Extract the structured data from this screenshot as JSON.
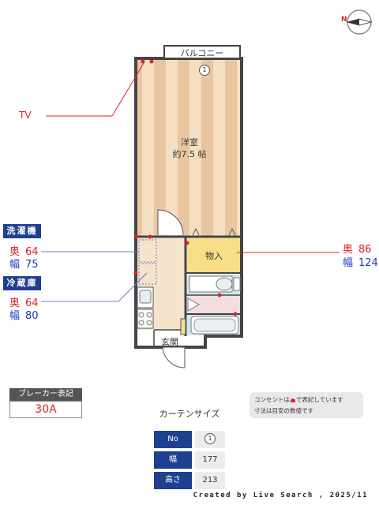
{
  "compass": {
    "label": "N"
  },
  "balcony": {
    "label": "バルコニー",
    "number": "1"
  },
  "rooms": {
    "western": {
      "name": "洋室",
      "size": "約7.5 帖"
    },
    "storage": {
      "name": "物入"
    },
    "entrance": {
      "name": "玄関"
    }
  },
  "tv": {
    "label": "TV"
  },
  "washer": {
    "tag": "洗濯機",
    "depth_key": "奥",
    "depth_val": "64",
    "width_key": "幅",
    "width_val": "75"
  },
  "fridge": {
    "tag": "冷蔵庫",
    "depth_key": "奥",
    "depth_val": "64",
    "width_key": "幅",
    "width_val": "80"
  },
  "storage_dims": {
    "depth_key": "奥",
    "depth_val": "86",
    "width_key": "幅",
    "width_val": "124"
  },
  "breaker": {
    "title": "ブレーカー表記",
    "value": "30A"
  },
  "note": {
    "line1_a": "コンセントは",
    "line1_b": "で表記しています",
    "line2": "寸法は目安の数値です"
  },
  "curtain": {
    "title": "カーテンサイズ",
    "rows": [
      {
        "label": "No",
        "value": "1"
      },
      {
        "label": "幅",
        "value": "177"
      },
      {
        "label": "高さ",
        "value": "213"
      }
    ]
  },
  "credit": "Created by Live Search , 2025/11",
  "colors": {
    "accent_blue": "#1f3f8f",
    "outlet_red": "#e0202a",
    "floor_light": "#f5dfc3",
    "floor_dark": "#e9c8a2",
    "storage": "#f6df86",
    "wet": "#cfe7f7"
  }
}
